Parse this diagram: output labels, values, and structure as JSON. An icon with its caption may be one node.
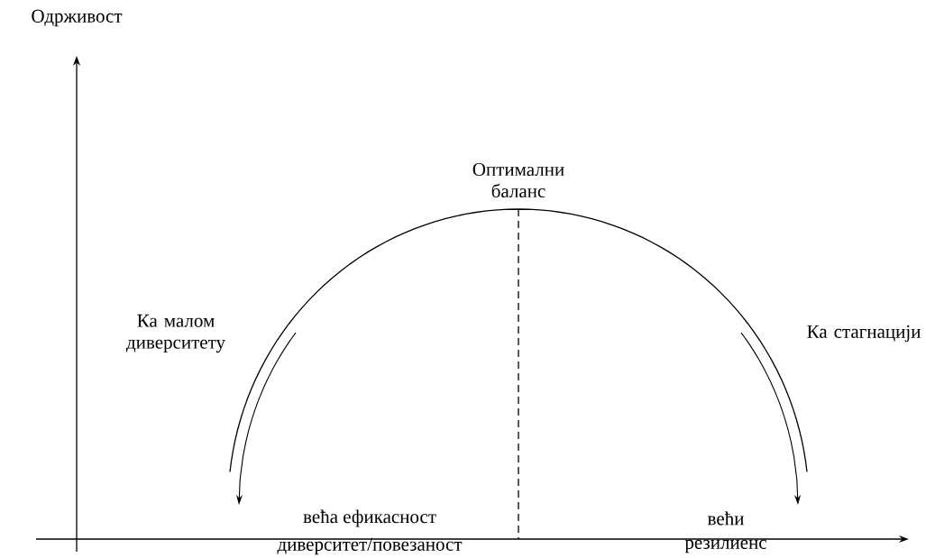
{
  "diagram": {
    "labels": [
      "Одрживост",
      "Оптимални баланс",
      "Ка малом диверситету",
      "Ка стагнацији",
      "већа ефикасност",
      "диверситет/повезаност",
      "већи",
      "резилиенс"
    ]
  }
}
